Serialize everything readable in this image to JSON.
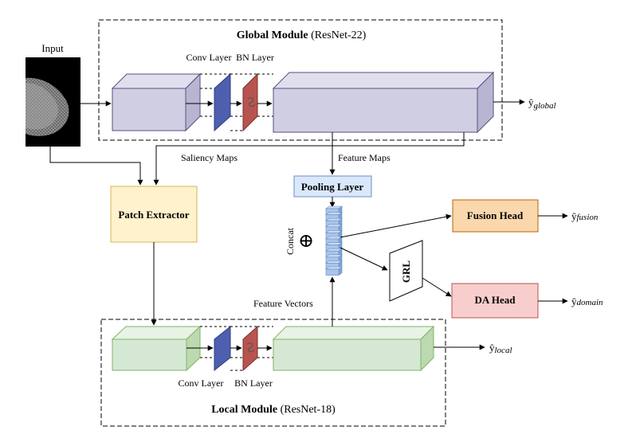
{
  "input_label": "Input",
  "global_module": {
    "title_bold": "Global Module",
    "title_rest": " (ResNet-22)",
    "conv_label": "Conv Layer",
    "bn_label": "BN Layer"
  },
  "local_module": {
    "title_bold": "Local Module",
    "title_rest": " (ResNet-18)",
    "conv_label": "Conv Layer",
    "bn_label": "BN Layer"
  },
  "labels": {
    "saliency_maps": "Saliency Maps",
    "feature_maps": "Feature Maps",
    "feature_vectors": "Feature Vectors",
    "concat": "Concat",
    "concat_symbol": "⊕"
  },
  "boxes": {
    "patch_extractor": "Patch Extractor",
    "pooling_layer": "Pooling Layer",
    "fusion_head": "Fusion Head",
    "da_head": "DA Head",
    "grl": "GRL"
  },
  "outputs": {
    "global": {
      "symbol": "ŷ",
      "sub": "global"
    },
    "local": {
      "symbol": "ŷ",
      "sub": "local"
    },
    "fusion": {
      "symbol": "ŷ",
      "sub": "fusion"
    },
    "domain": {
      "symbol": "ŷ",
      "sub": "domain"
    }
  },
  "colors": {
    "global_block": "#d0cee2",
    "global_stroke": "#56517e",
    "local_block": "#d5e8d4",
    "local_stroke": "#82b366",
    "conv": "#4f5fb0",
    "bn": "#b85450",
    "patch_fill": "#fff2cc",
    "patch_stroke": "#d6b656",
    "pool_fill": "#dae8fc",
    "pool_stroke": "#6c8ebf",
    "fusion_fill": "#fad7ac",
    "fusion_stroke": "#b46504",
    "da_fill": "#f8cecc",
    "da_stroke": "#b85450",
    "vector_fill": "#a9c4eb"
  }
}
